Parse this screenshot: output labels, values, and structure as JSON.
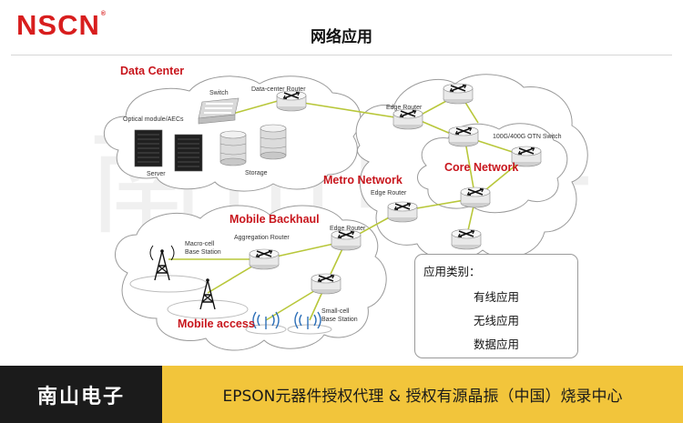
{
  "header": {
    "logo_text": "NSCN",
    "logo_mark": "®",
    "title": "网络应用",
    "watermark": "南山电子"
  },
  "diagram": {
    "regions": {
      "data_center": "Data Center",
      "metro_network": "Metro Network",
      "core_network": "Core Network",
      "mobile_backhaul": "Mobile Backhaul",
      "mobile_access": "Mobile access"
    },
    "labels": {
      "switch": "Switch",
      "data_center_router": "Data-center Router",
      "optical_module": "Optical module/AECs",
      "server": "Server",
      "storage": "Storage",
      "edge_router_top": "Edge Router",
      "otn_switch": "100G/400G OTN Switch",
      "edge_router_metro": "Edge Router",
      "edge_router_backhaul": "Edge Router",
      "aggregation_router": "Aggregation Router",
      "macro_cell_line1": "Macro-cell",
      "macro_cell_line2": "Base Station",
      "small_cell_line1": "Small-cell",
      "small_cell_line2": "Base Station"
    },
    "colors": {
      "region_label": "#c8161d",
      "link": "#b8c73a",
      "cloud_stroke": "#9a9a9a",
      "router_body": "#e9e9e9"
    }
  },
  "legend": {
    "title": "应用类别：",
    "items": [
      "有线应用",
      "无线应用",
      "数据应用"
    ]
  },
  "footer": {
    "brand": "南山电子",
    "slogan": "EPSON元器件授权代理 & 授权有源晶振（中国）烧录中心"
  }
}
